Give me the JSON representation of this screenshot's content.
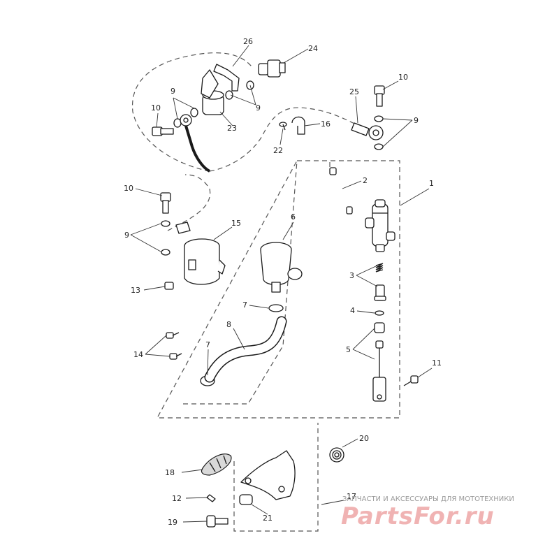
{
  "diagram": {
    "callouts": [
      "1",
      "2",
      "3",
      "4",
      "5",
      "6",
      "7",
      "7",
      "8",
      "9",
      "9",
      "9",
      "9",
      "10",
      "10",
      "10",
      "11",
      "12",
      "13",
      "14",
      "15",
      "16",
      "17",
      "18",
      "19",
      "20",
      "21",
      "22",
      "23",
      "24",
      "25",
      "26"
    ]
  },
  "watermark": {
    "tagline": "ЗАПЧАСТИ И АКСЕССУАРЫ ДЛЯ МОТОТЕХНИКИ",
    "logo": "PartsFor.ru"
  }
}
